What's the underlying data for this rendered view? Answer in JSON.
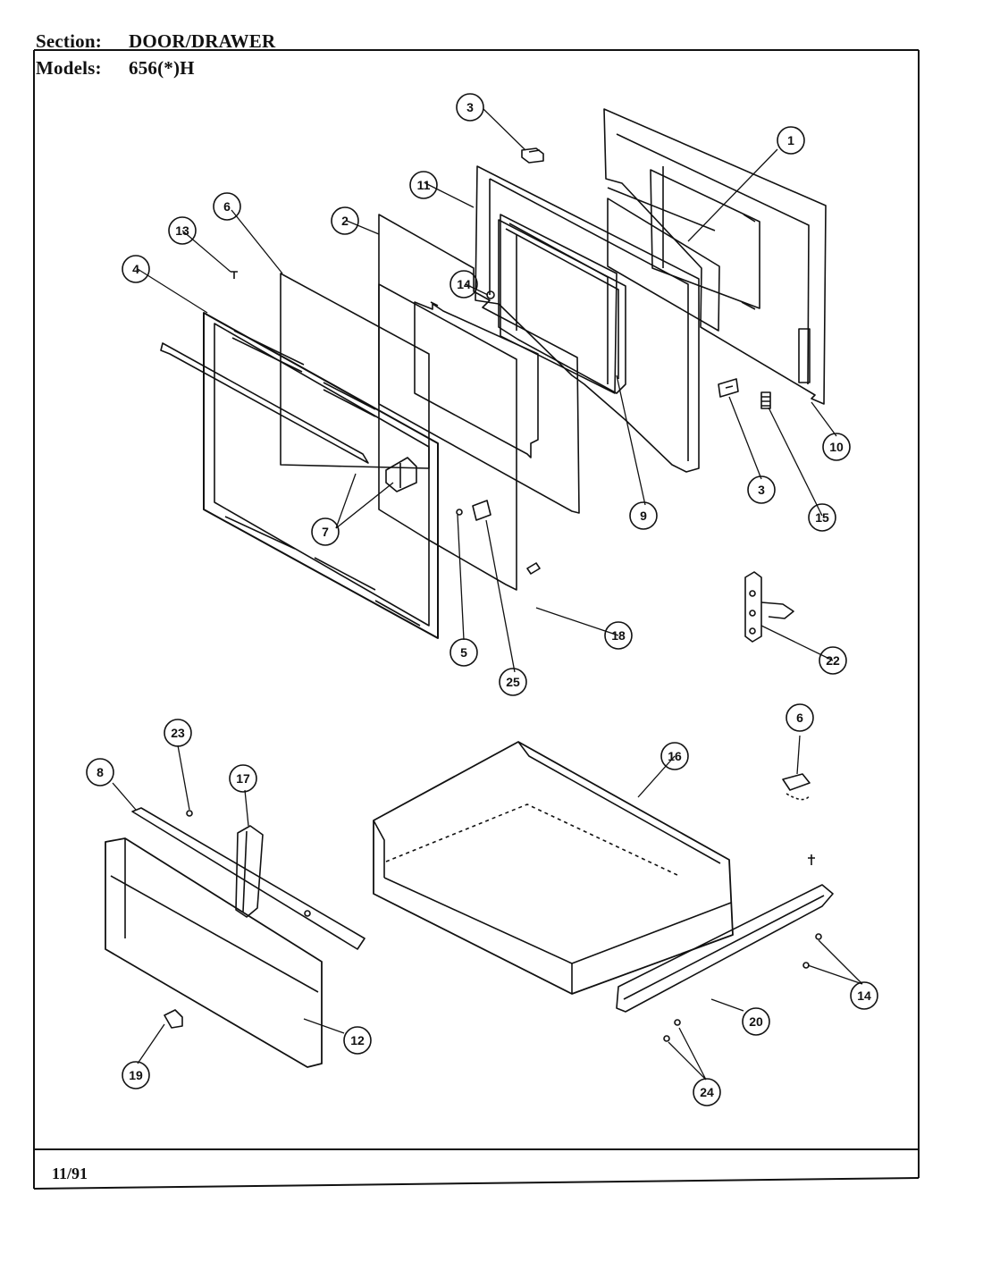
{
  "header": {
    "section_label": "Section:",
    "section_value": "DOOR/DRAWER",
    "models_label": "Models:",
    "models_value": "656(*)H"
  },
  "footer": {
    "date": "11/91"
  },
  "callouts": [
    "1",
    "2",
    "3",
    "3",
    "4",
    "5",
    "6",
    "6",
    "7",
    "8",
    "9",
    "10",
    "11",
    "12",
    "13",
    "14",
    "14",
    "15",
    "16",
    "17",
    "18",
    "19",
    "20",
    "22",
    "23",
    "24",
    "25"
  ],
  "colors": {
    "line": "#111111",
    "background": "#ffffff"
  }
}
